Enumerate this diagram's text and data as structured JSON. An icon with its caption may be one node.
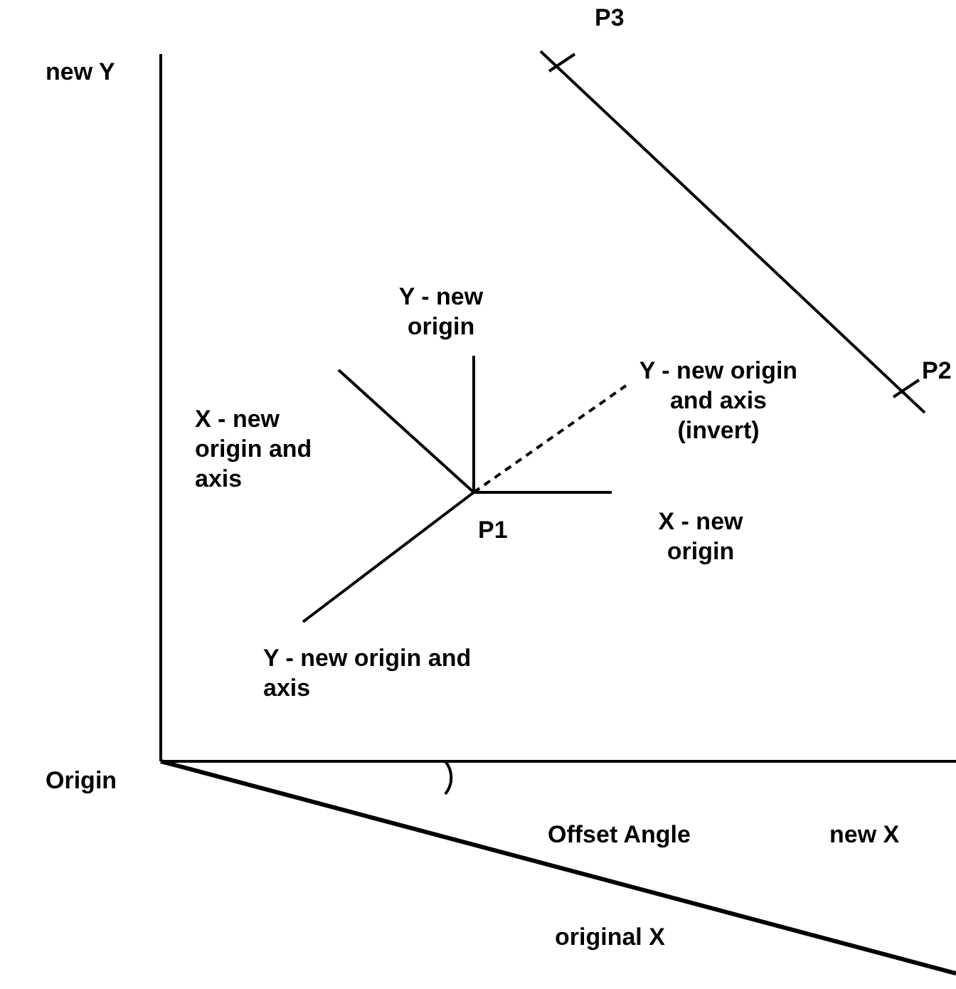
{
  "diagram": {
    "labels": [
      "new Y",
      "P3",
      "Y - new origin",
      "P2",
      "X - new origin and axis",
      "Y - new origin and axis (invert)",
      "P1",
      "X - new origin",
      "Y - new origin and axis",
      "Origin",
      "Offset Angle",
      "new X",
      "original X"
    ]
  }
}
